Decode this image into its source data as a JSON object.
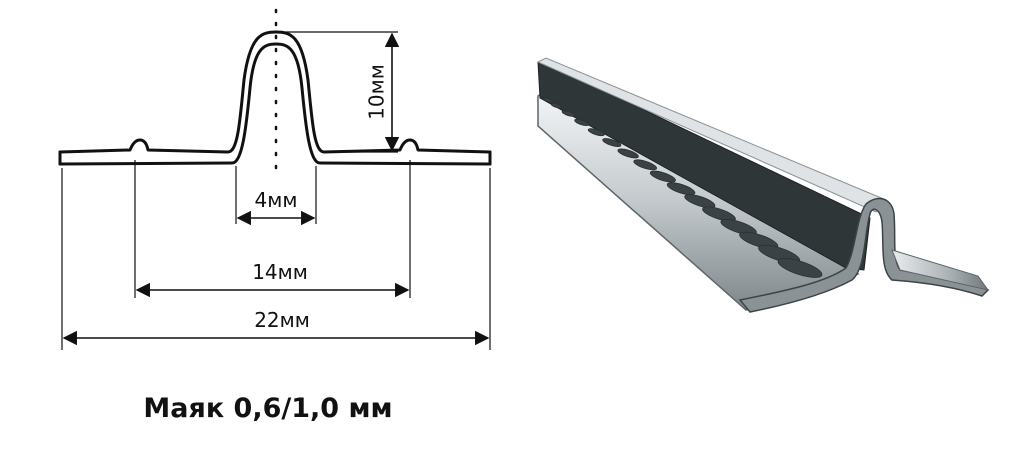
{
  "diagram": {
    "dimensions": {
      "height": "10мм",
      "inner_width": "4мм",
      "rib_spacing": "14мм",
      "total_width": "22мм"
    },
    "caption": "Маяк 0,6/1,0 мм"
  },
  "colors": {
    "line": "#111111",
    "metal_dark": "#2f3638",
    "metal_light": "#e6e9ea",
    "metal_mid": "#a9b0b3",
    "background": "#ffffff"
  }
}
